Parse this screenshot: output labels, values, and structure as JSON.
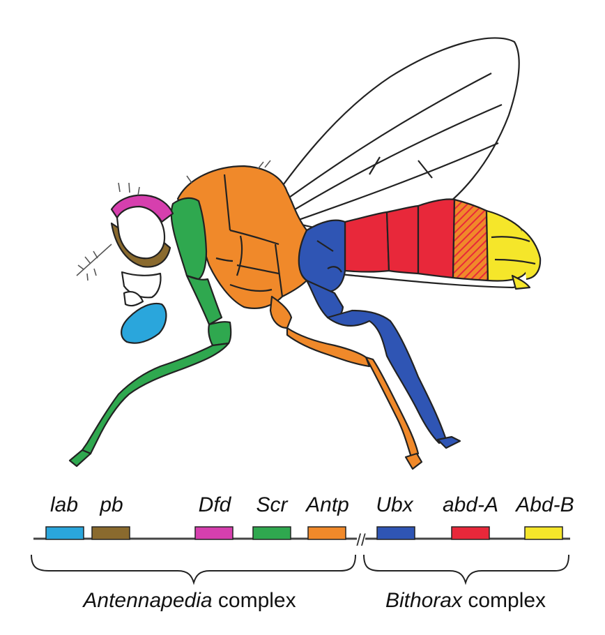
{
  "colors": {
    "lab": "#2aa6dc",
    "pb": "#8a6a2e",
    "Dfd": "#d63fae",
    "Scr": "#2fa84f",
    "Antp": "#f0892a",
    "Ubx": "#2f55b4",
    "abd-A": "#e8283a",
    "Abd-B": "#f5e62a",
    "outline": "#222222"
  },
  "genes": [
    {
      "name": "lab",
      "color_key": "lab"
    },
    {
      "name": "pb",
      "color_key": "pb"
    },
    {
      "name": "Dfd",
      "color_key": "Dfd"
    },
    {
      "name": "Scr",
      "color_key": "Scr"
    },
    {
      "name": "Antp",
      "color_key": "Antp"
    },
    {
      "name": "Ubx",
      "color_key": "Ubx"
    },
    {
      "name": "abd-A",
      "color_key": "abd-A"
    },
    {
      "name": "Abd-B",
      "color_key": "Abd-B"
    }
  ],
  "complexes": {
    "antennapedia": {
      "italic": "Antennapedia",
      "rest": " complex"
    },
    "bithorax": {
      "italic": "Bithorax",
      "rest": " complex"
    }
  },
  "chromosome_break_symbol": "//"
}
